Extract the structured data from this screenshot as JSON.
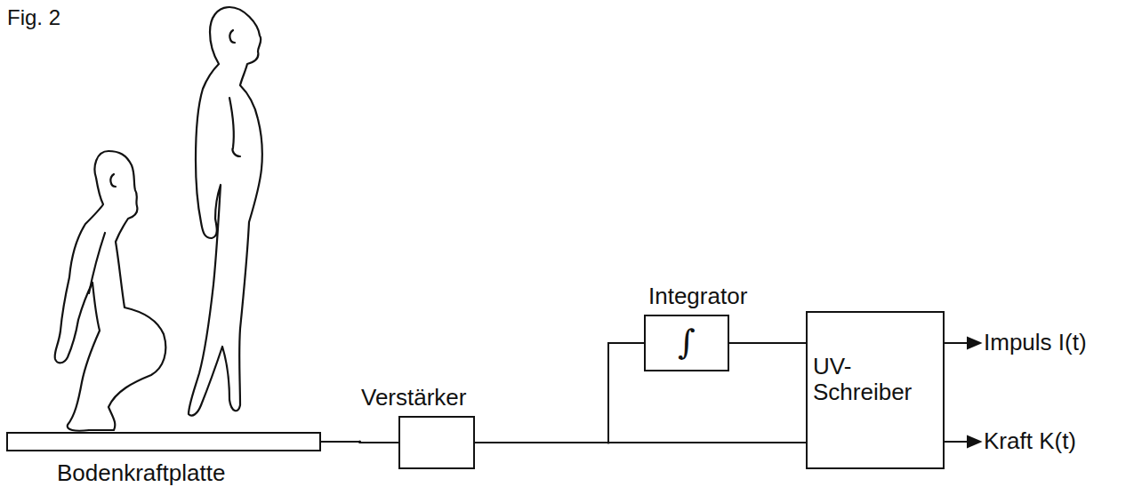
{
  "diagram": {
    "title": "Fig. 2",
    "nodes": [
      {
        "text": [
          "Bodenkraftplatte"
        ]
      },
      {
        "text": [
          "Verstärker"
        ]
      },
      {
        "text": [
          "Integrator",
          "∫"
        ]
      },
      {
        "text": [
          "UV- Schreiber"
        ]
      }
    ],
    "edges": [
      {
        "from": 0,
        "to": 1,
        "arrow": "none"
      },
      {
        "from": 1,
        "to": 2,
        "arrow": "none"
      },
      {
        "from": 1,
        "to": 3,
        "arrow": "none"
      },
      {
        "from": 2,
        "to": 3,
        "arrow": "none"
      }
    ],
    "labels": [
      "Impuls I(t)",
      "Kraft K(t)"
    ]
  }
}
